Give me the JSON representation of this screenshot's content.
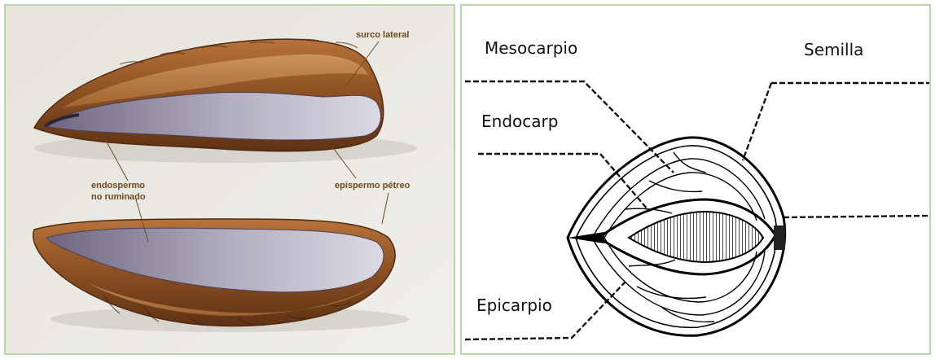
{
  "photo": {
    "labels": {
      "surco_lateral": "surco lateral",
      "endospermo_line1": "endospermo",
      "endospermo_line2": "no ruminado",
      "epispermo": "epispermo pétreo"
    }
  },
  "diagram": {
    "labels": {
      "mesocarpio": "Mesocarpio",
      "semilla": "Semilla",
      "endocarp": "Endocarp",
      "epicarpio": "Epicarpio"
    }
  },
  "colors": {
    "panel_border": "#b5d6a7",
    "photo_background": "#ece9e3",
    "seed_coat": "#8a4f22",
    "endosperm": "#a39db3",
    "label_text": "#6b4a1f"
  }
}
